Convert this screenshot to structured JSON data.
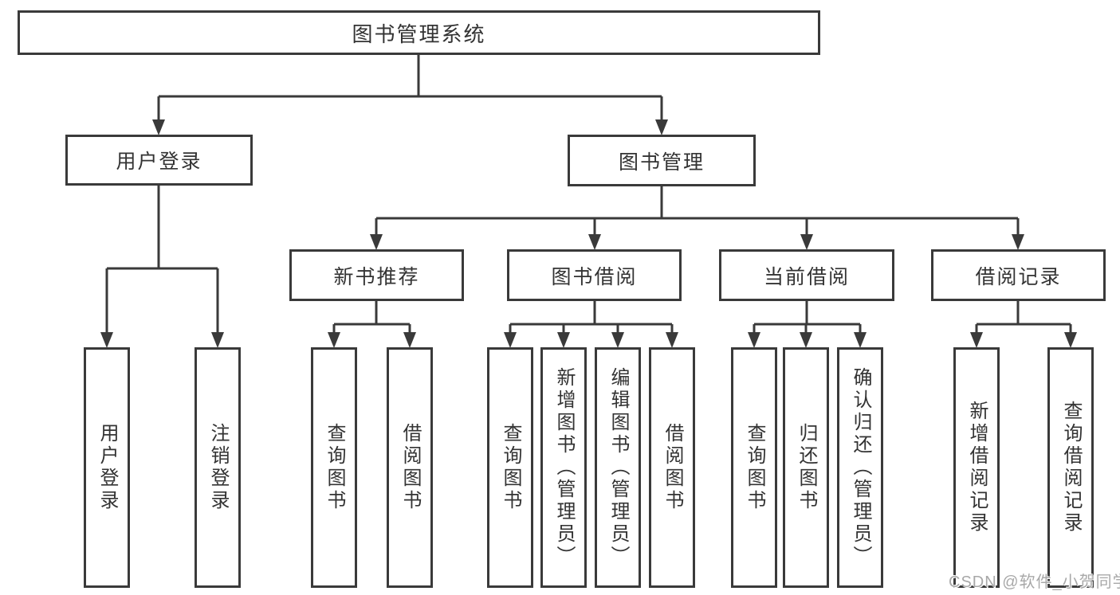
{
  "diagram": {
    "root": {
      "label": "图书管理系统"
    },
    "branches": [
      {
        "label": "用户登录",
        "children": [
          {
            "label": "用户登录"
          },
          {
            "label": "注销登录"
          }
        ]
      },
      {
        "label": "图书管理",
        "sections": [
          {
            "label": "新书推荐",
            "children": [
              {
                "label": "查询图书"
              },
              {
                "label": "借阅图书"
              }
            ]
          },
          {
            "label": "图书借阅",
            "children": [
              {
                "label": "查询图书"
              },
              {
                "label": "新增图书（管理员）"
              },
              {
                "label": "编辑图书（管理员）"
              },
              {
                "label": "借阅图书"
              }
            ]
          },
          {
            "label": "当前借阅",
            "children": [
              {
                "label": "查询图书"
              },
              {
                "label": "归还图书"
              },
              {
                "label": "确认归还（管理员）"
              }
            ]
          },
          {
            "label": "借阅记录",
            "children": [
              {
                "label": "新增借阅记录"
              },
              {
                "label": "查询借阅记录"
              }
            ]
          }
        ]
      }
    ]
  },
  "watermark": {
    "text": "CSDN @软件_小贺同学"
  },
  "colors": {
    "line": "#3a3a3a",
    "text": "#333333",
    "background": "#ffffff",
    "watermark": "#a8a8a8"
  }
}
